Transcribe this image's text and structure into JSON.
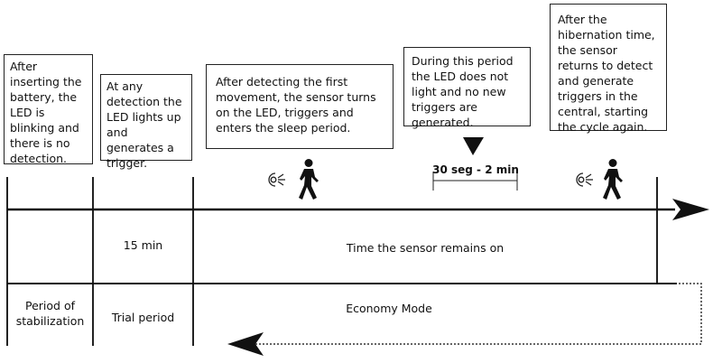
{
  "boxes": {
    "battery": "After inserting the battery, the LED is blinking and there is no detection.",
    "detection": "At any detection the LED lights up and generates a trigger.",
    "first_movement": "After detecting the first movement, the sensor turns on the LED, triggers and enters the sleep period.",
    "period": "During this period the LED does not light and no new triggers are generated.",
    "hibernation": "After the hibernation time, the sensor returns to detect and generate triggers in the central, starting the cycle again."
  },
  "interval": "30 seg - 2 min",
  "row1": {
    "trial_time": "15 min",
    "sensor_on": "Time the sensor remains on"
  },
  "row2": {
    "stabilization": "Period of stabilization",
    "trial": "Trial period",
    "economy": "Economy Mode"
  },
  "icons": [
    "led-sensor-icon",
    "walking-person-icon"
  ]
}
